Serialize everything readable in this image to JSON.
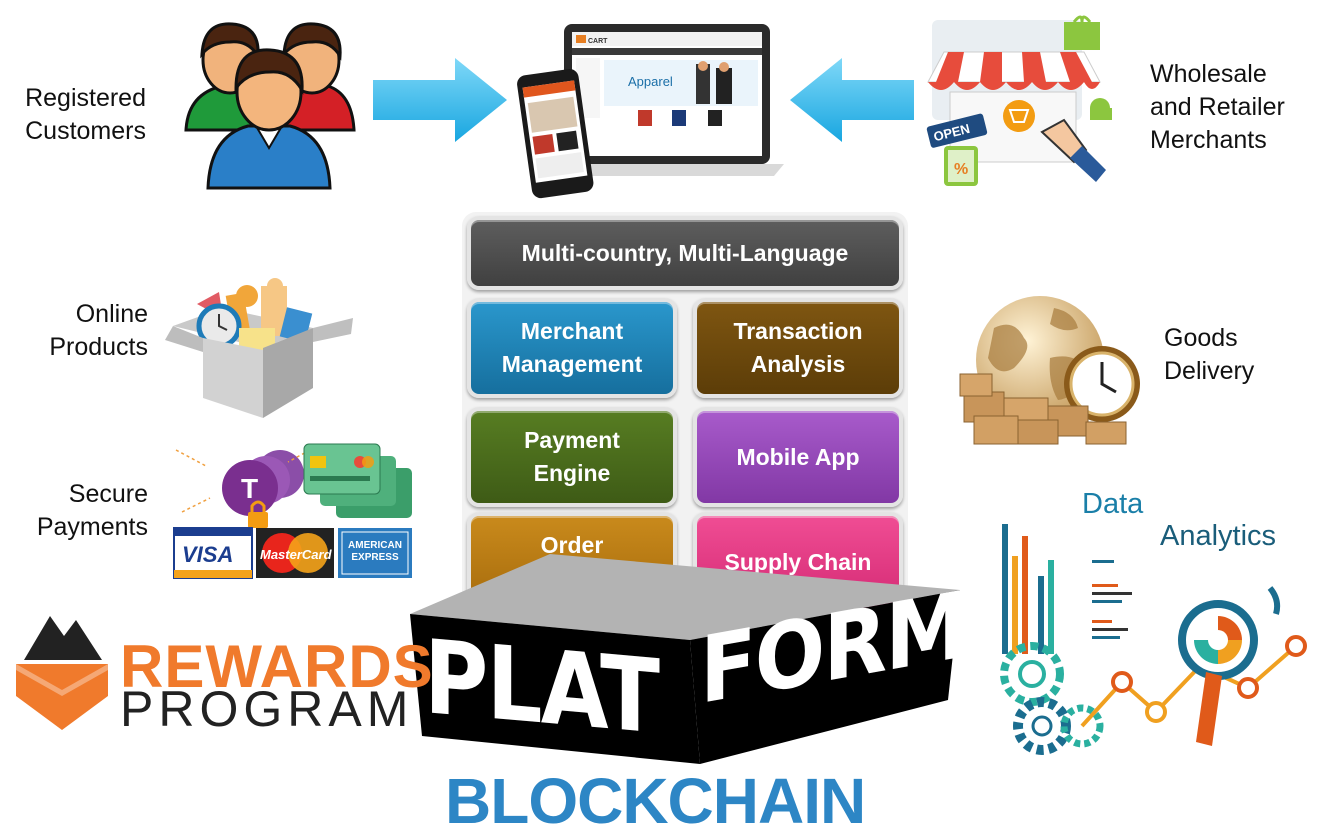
{
  "labels": {
    "registered_customers": "Registered\nCustomers",
    "merchants": "Wholesale\nand Retailer\nMerchants",
    "online_products": "Online\nProducts",
    "goods_delivery": "Goods\nDelivery",
    "secure_payments": "Secure\nPayments"
  },
  "modules": {
    "top": "Multi-country, Multi-Language",
    "merchant_management": "Merchant\nManagement",
    "transaction_analysis": "Transaction\nAnalysis",
    "payment_engine": "Payment\nEngine",
    "mobile_app": "Mobile App",
    "order_fulfilment": "Order\nFulfilment",
    "supply_chain": "Supply Chain"
  },
  "platform": {
    "word1": "PLAT",
    "word2": "FORM"
  },
  "blockchain": "BLOCKCHAIN",
  "rewards": {
    "title": "REWARDS",
    "subtitle": "PROGRAM"
  },
  "data_analytics": {
    "line1": "Data",
    "line2": "Analytics"
  },
  "cards": {
    "visa": "VISA",
    "mastercard": "MasterCard",
    "amex": "AMERICAN EXPRESS",
    "token": "T",
    "open_sign": "OPEN",
    "percent": "%"
  },
  "store": {
    "logo": "CART",
    "banner": "Apparel"
  },
  "colors": {
    "top": "#4b4b4b",
    "merchant_management": "#1f84b8",
    "transaction_analysis": "#6f4a0b",
    "payment_engine": "#4a6b1c",
    "mobile_app": "#9545b8",
    "order_fulfilment": "#b97a12",
    "supply_chain": "#e53a86",
    "arrow": "#28b6e8",
    "rewards_orange": "#f07a2c"
  }
}
